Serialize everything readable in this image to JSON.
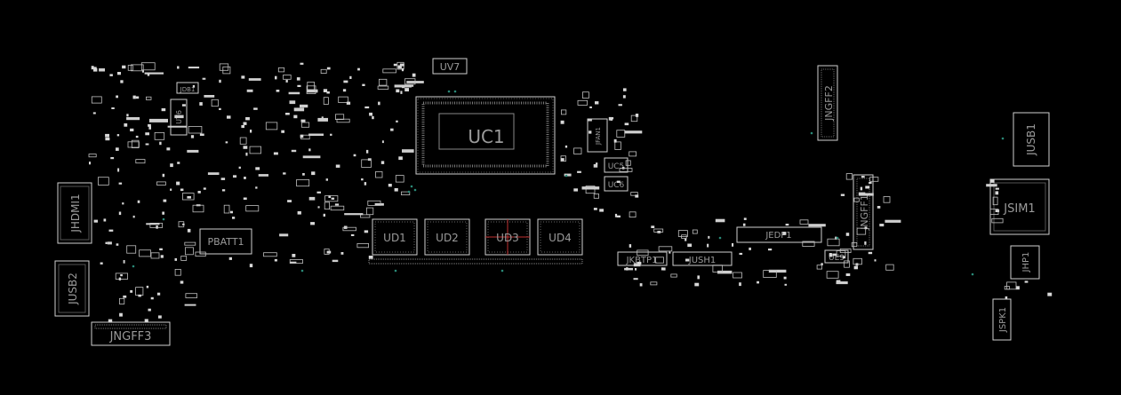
{
  "labels": {
    "uc1": "UC1",
    "uv7": "UV7",
    "jhdmi1": "JHDMI1",
    "jusb2": "JUSB2",
    "jngff3": "JNGFF3",
    "pbatt1": "PBATT1",
    "jdb1": "JDB1",
    "ut6": "UT6",
    "ud1": "UD1",
    "ud2": "UD2",
    "ud3": "UD3",
    "ud4": "UD4",
    "jfan1": "JFAN1",
    "uc5": "UC5",
    "uc6": "UC6",
    "jkbtp1": "JKBTP1",
    "jush1": "JUSH1",
    "jedp1": "JEDP1",
    "ue9": "UE9",
    "jngff2": "JNGFF2",
    "jngff1": "JNGFF1",
    "jusb1": "JUSB1",
    "jsim1": "JSIM1",
    "jhp1": "JHP1",
    "jspk1": "JSPK1"
  },
  "colors": {
    "background": "#000000",
    "outline": "#cfcfcf",
    "label": "#9a9a9a",
    "accent_green": "#2a8a78",
    "accent_red": "#c03030"
  }
}
